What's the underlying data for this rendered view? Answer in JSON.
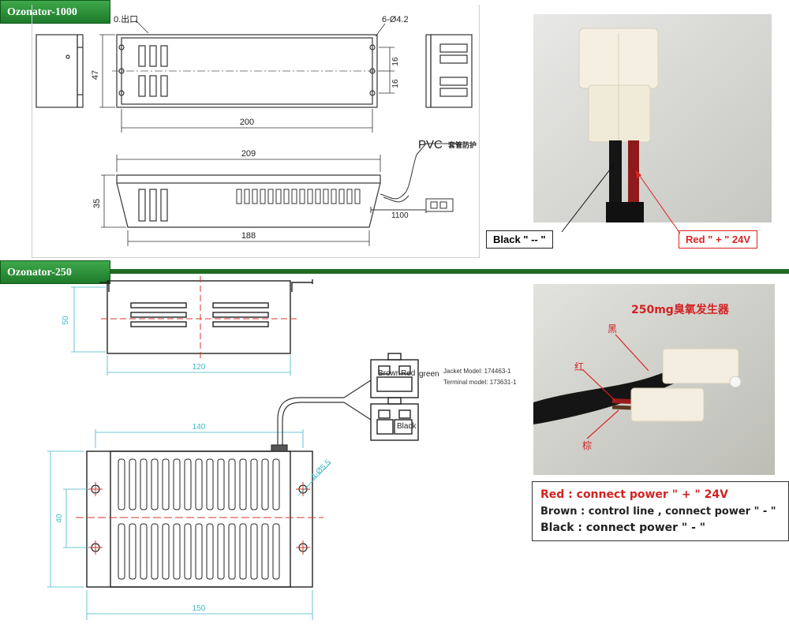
{
  "sections": {
    "top": {
      "label": "Ozonator-1000"
    },
    "bottom": {
      "label": "Ozonator-250"
    }
  },
  "ozonator_1000": {
    "outlet_label": "0.出口",
    "hole_label": "6-Ø4.2",
    "dim_width_top": "200",
    "dim_height_left": "47",
    "dim_spacing_1": "16",
    "dim_spacing_2": "16",
    "dim_length_side": "209",
    "dim_height_side": "35",
    "dim_bottom": "188",
    "cable_length": "1100",
    "pvc_label": "PVC",
    "pvc_note": "套管防护",
    "photo_labels": {
      "black": "Black \" -- \"",
      "red": "Red \" + \"  24V"
    }
  },
  "ozonator_250": {
    "dim_width_top": "120",
    "dim_height_top": "50",
    "dim_140": "140",
    "dim_150": "150",
    "dim_40": "40",
    "hole_label": "4-Ø5.5",
    "connector_brown": "Brown",
    "connector_red": "Red",
    "connector_green": "green",
    "connector_black": "Black",
    "jacket_model": "Jacket Model: 174463-1",
    "terminal_model": "Terminal model: 173631-1",
    "photo_title": "250mg臭氧发生器",
    "photo_label_black": "黑",
    "photo_label_red": "红",
    "photo_label_brown": "棕",
    "legend": {
      "red": "Red  : connect  power \" + \" 24V",
      "brown": "Brown : control line ,  connect power \" - \"",
      "black": "Black : connect power  \" - \""
    }
  },
  "colors": {
    "tag_green": "#2a8f37",
    "divider_green": "#1f6b22",
    "dim_cyan": "#3fb7c9",
    "center_red": "#d43a2a",
    "legend_red": "#d22222"
  }
}
